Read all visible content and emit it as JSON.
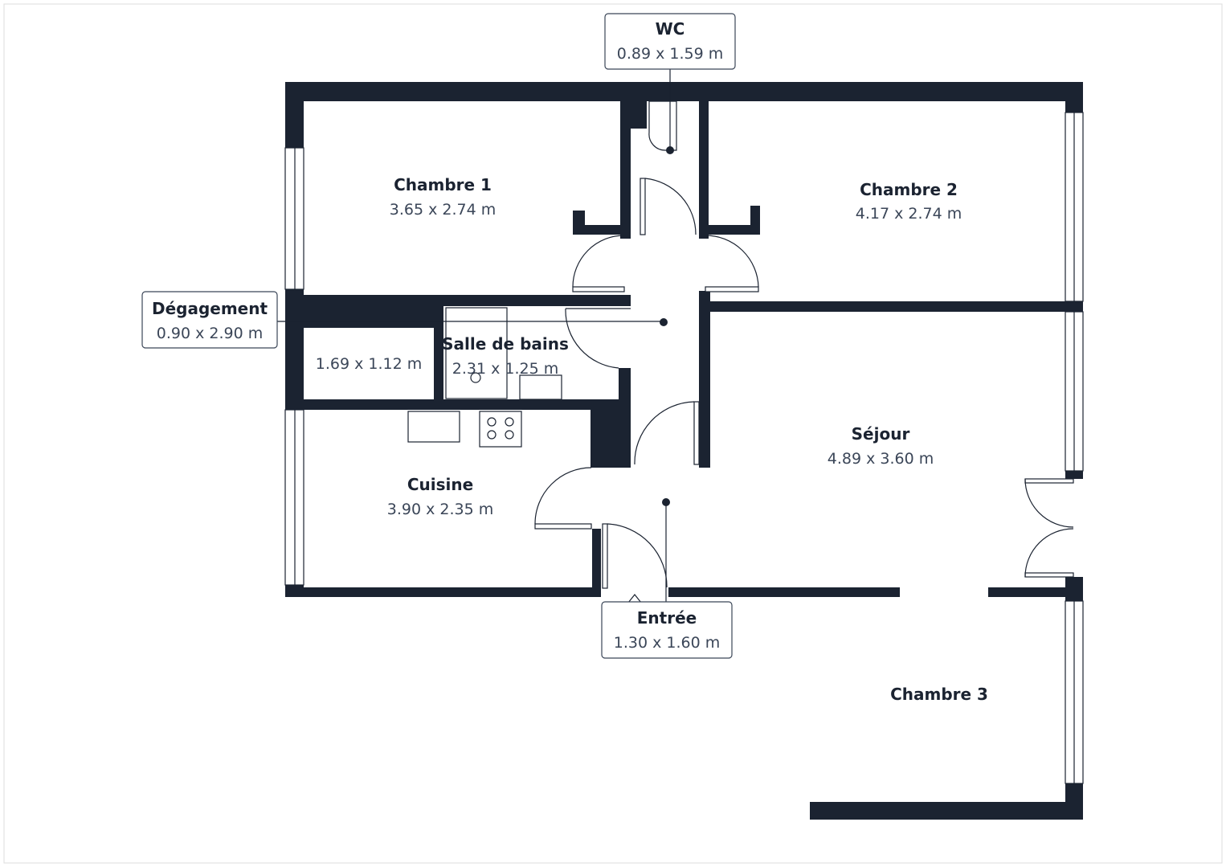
{
  "plan": {
    "colors": {
      "wall": "#1b2331",
      "label": "#1b2331",
      "dimension": "#3b4658"
    },
    "rooms": [
      {
        "name": "Chambre 1",
        "size": "3.65 x 2.74 m"
      },
      {
        "name": "Chambre 2",
        "size": "4.17 x 2.74 m"
      },
      {
        "name": "WC",
        "size": "0.89 x 1.59 m"
      },
      {
        "name": "Dégagement",
        "size": "0.90 x 2.90 m"
      },
      {
        "name": "",
        "size": "1.69 x 1.12 m"
      },
      {
        "name": "Salle de bains",
        "size": "2.31 x 1.25 m"
      },
      {
        "name": "Séjour",
        "size": "4.89 x 3.60 m"
      },
      {
        "name": "Cuisine",
        "size": "3.90 x 2.35 m"
      },
      {
        "name": "Entrée",
        "size": "1.30 x 1.60 m"
      },
      {
        "name": "Chambre 3",
        "size": ""
      }
    ]
  }
}
